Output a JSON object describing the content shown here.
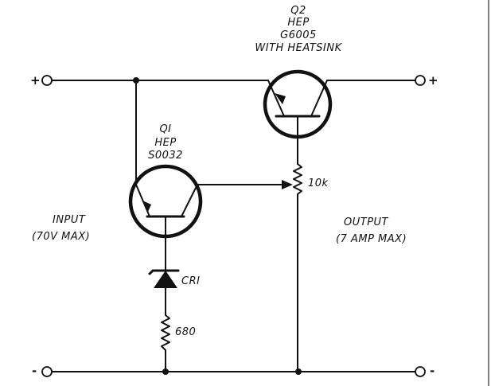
{
  "q2": {
    "line1": "Q2",
    "line2": "HEP",
    "line3": "G6005",
    "line4": "WITH HEATSINK"
  },
  "q1": {
    "line1": "QI",
    "line2": "HEP",
    "line3": "S0032"
  },
  "pot": {
    "label": "10k"
  },
  "zener": {
    "label": "CRI"
  },
  "resistor": {
    "label": "680"
  },
  "input": {
    "line1": "INPUT",
    "line2": "(70V MAX)"
  },
  "output": {
    "line1": "OUTPUT",
    "line2": "(7 AMP MAX)"
  },
  "terminals": {
    "in_pos": "+",
    "in_neg": "-",
    "out_pos": "+",
    "out_neg": "-"
  }
}
